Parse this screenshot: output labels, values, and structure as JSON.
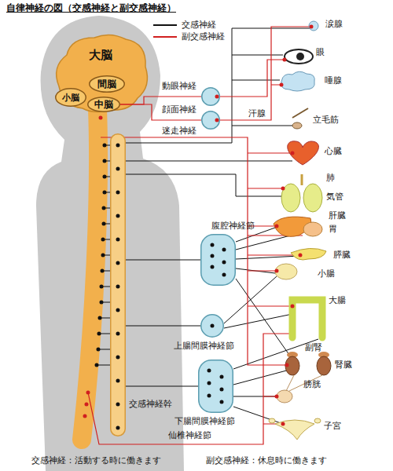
{
  "diagram": {
    "title": "自律神経の図（交感神経と副交感神経）",
    "caption": "交感神経：活動する時に働きます",
    "nodes": [
      {
        "text": [
          "大脳"
        ]
      },
      {
        "text": [
          "間脳"
        ],
        "in": 0
      },
      {
        "text": [
          "小脳"
        ]
      },
      {
        "text": [
          "中脳"
        ],
        "in": 0
      },
      {
        "text": [
          "動眼神経"
        ]
      },
      {
        "text": [
          "顔面神経"
        ]
      },
      {
        "text": [
          "交感神経幹"
        ]
      },
      {
        "text": [
          "腹腔神経節"
        ]
      },
      {
        "text": [
          "上腸間膜神経節"
        ]
      },
      {
        "text": [
          "下腸間膜神経節"
        ]
      }
    ],
    "edges": [
      {
        "from": 3,
        "to": 4,
        "arrow": "none"
      },
      {
        "from": 3,
        "to": 5,
        "arrow": "none"
      },
      {
        "from": 6,
        "to": 7,
        "arrow": "none"
      },
      {
        "from": 6,
        "to": 8,
        "arrow": "none"
      },
      {
        "from": 6,
        "to": 9,
        "arrow": "none"
      }
    ],
    "labels": [
      "涙腺",
      "眼",
      "唾腺",
      "汗腺",
      "立毛筋",
      "迷走神経",
      "心臓",
      "肺",
      "気管",
      "肝臓",
      "胃",
      "膵臓",
      "小腸",
      "大腸",
      "副腎",
      "腎臓",
      "膀胱",
      "仙椎神経節",
      "子宮",
      "副交感神経：休息時に働きます"
    ],
    "legend": [
      {
        "text": "交感神経"
      },
      {
        "text": "副交感神経"
      }
    ]
  }
}
